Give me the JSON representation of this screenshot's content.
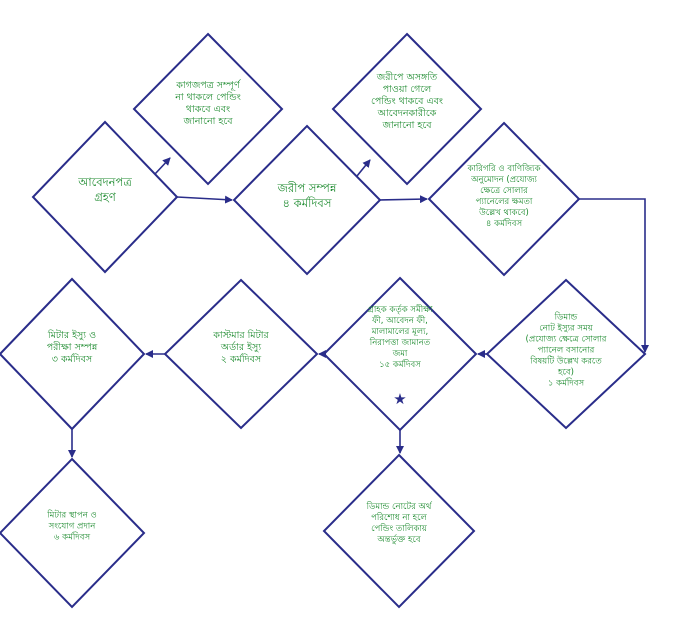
{
  "colors": {
    "shape_stroke": "#2a2d8a",
    "text": "#1c8a2e",
    "star": "#2a2d8a"
  },
  "nodes": {
    "application": "আবেদনপত্র\nগ্রহণ",
    "pending_docs": "কাগজপত্র সম্পূর্ণ\nনা থাকলে পেন্ডিং\nথাকবে এবং\nজানানো হবে",
    "survey_done": "জরীপ সম্পন্ন\n৪ কর্মদিবস",
    "survey_inconsistency": "জরীপে অসঙ্গতি\nপাওয়া গেলে\nপেন্ডিং থাকবে এবং\nআবেদনকারীকে\nজানানো হবে",
    "technical_approval": "কারিগরি ও বাণিজ্যিক\nঅনুমোদন (প্রযোজ্য\nক্ষেত্রে সোলার\nপ্যানেলের ক্ষমতা\nউল্লেখ থাকবে)\n৪ কর্মদিবস",
    "demand_note_issue": "ডিমান্ড\nনোট ইস্যুর সময়\n(প্রযোজ্য ক্ষেত্রে সোলার\nপ্যানেল বসানোর\nবিষয়টি উল্লেখ করতে\nহবে)\n১ কর্মদিবস",
    "fee_deposit": "গ্রাহক কর্তৃক সমীক্ষা\nফী, আবেদন ফী,\nমালামালের মূল্য,\nনিরাপত্তা জামানত\nজমা\n১৫ কর্মদিবস",
    "pending_payment": "ডিমান্ড নোটের অর্থ\nপরিশোধ না হলে\nপেন্ডিং তালিকায়\nঅন্তর্ভুক্ত হবে",
    "meter_order": "কাস্টমার মিটার\nঅর্ডার ইস্যু\n২ কর্মদিবস",
    "meter_issue_test": "মিটার ইস্যু ও\nপরীক্ষা সম্পন্ন\n৩ কর্মদিবস",
    "meter_install": "মিটার স্থাপন ও\nসংযোগ প্রদান\n৬ কর্মদিবস"
  },
  "marker": {
    "star_icon": "★"
  }
}
